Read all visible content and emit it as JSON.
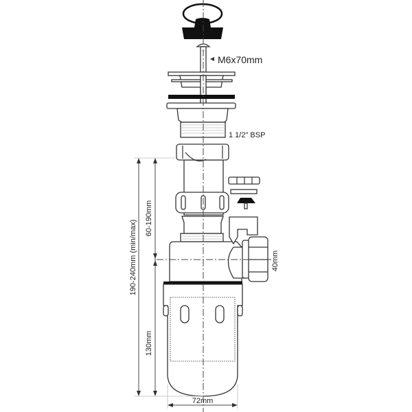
{
  "labels": {
    "screw": "M6x70mm",
    "thread": "1 1/2\" BSP",
    "overall_height": "190-240mm (min/max)",
    "adjust_height": "60-190mm",
    "outlet": "40mm",
    "trap_height": "130mm",
    "width": "72mm"
  }
}
